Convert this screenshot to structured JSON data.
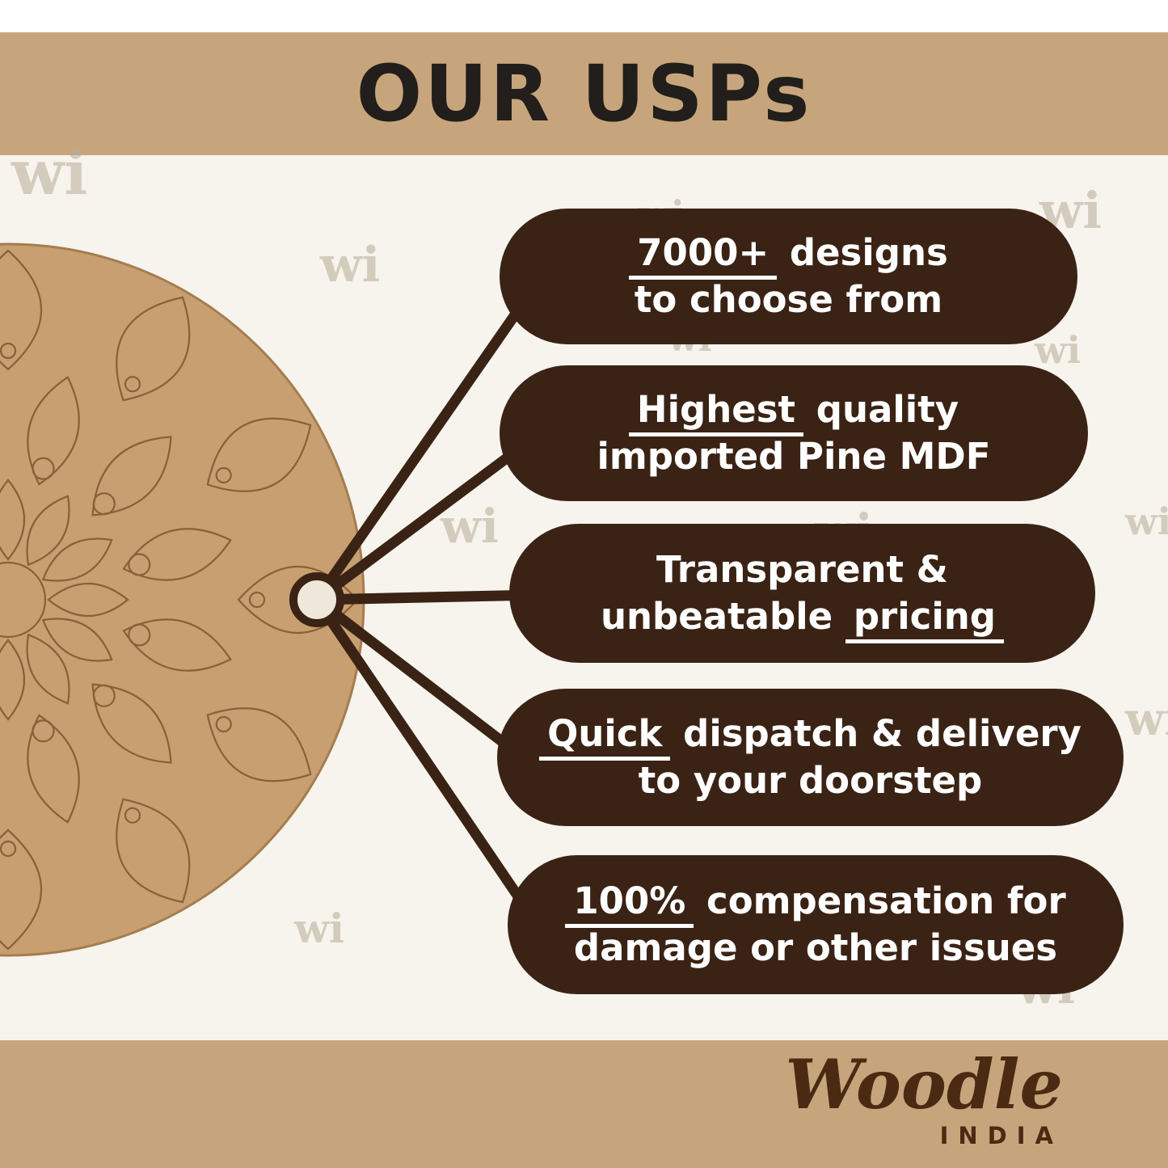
{
  "title": "OUR USPs",
  "watermark": {
    "text": "wi"
  },
  "brand": {
    "name": "Woodle",
    "country": "INDIA"
  },
  "colors": {
    "band": "#c7a57c",
    "background": "#f7f4ee",
    "pill": "#3a2315",
    "wood": "#c79f70",
    "wood_line": "#8a6038",
    "logo": "#4b2a13",
    "title_text": "#221e1b",
    "hub_fill": "#efe7da"
  },
  "usps": [
    {
      "lines": [
        [
          {
            "text": "7000+",
            "underline": true
          },
          {
            "text": " designs",
            "underline": false
          }
        ],
        [
          {
            "text": "to choose from",
            "underline": false
          }
        ]
      ]
    },
    {
      "lines": [
        [
          {
            "text": "Highest",
            "underline": true
          },
          {
            "text": " quality",
            "underline": false
          }
        ],
        [
          {
            "text": "imported Pine MDF",
            "underline": false
          }
        ]
      ]
    },
    {
      "lines": [
        [
          {
            "text": "Transparent &",
            "underline": false
          }
        ],
        [
          {
            "text": "unbeatable ",
            "underline": false
          },
          {
            "text": "pricing",
            "underline": true
          }
        ]
      ]
    },
    {
      "lines": [
        [
          {
            "text": "Quick",
            "underline": true
          },
          {
            "text": " dispatch & delivery",
            "underline": false
          }
        ],
        [
          {
            "text": "to your doorstep",
            "underline": false
          }
        ]
      ]
    },
    {
      "lines": [
        [
          {
            "text": "100%",
            "underline": true
          },
          {
            "text": " compensation for",
            "underline": false
          }
        ],
        [
          {
            "text": "damage or other issues",
            "underline": false
          }
        ]
      ]
    }
  ]
}
